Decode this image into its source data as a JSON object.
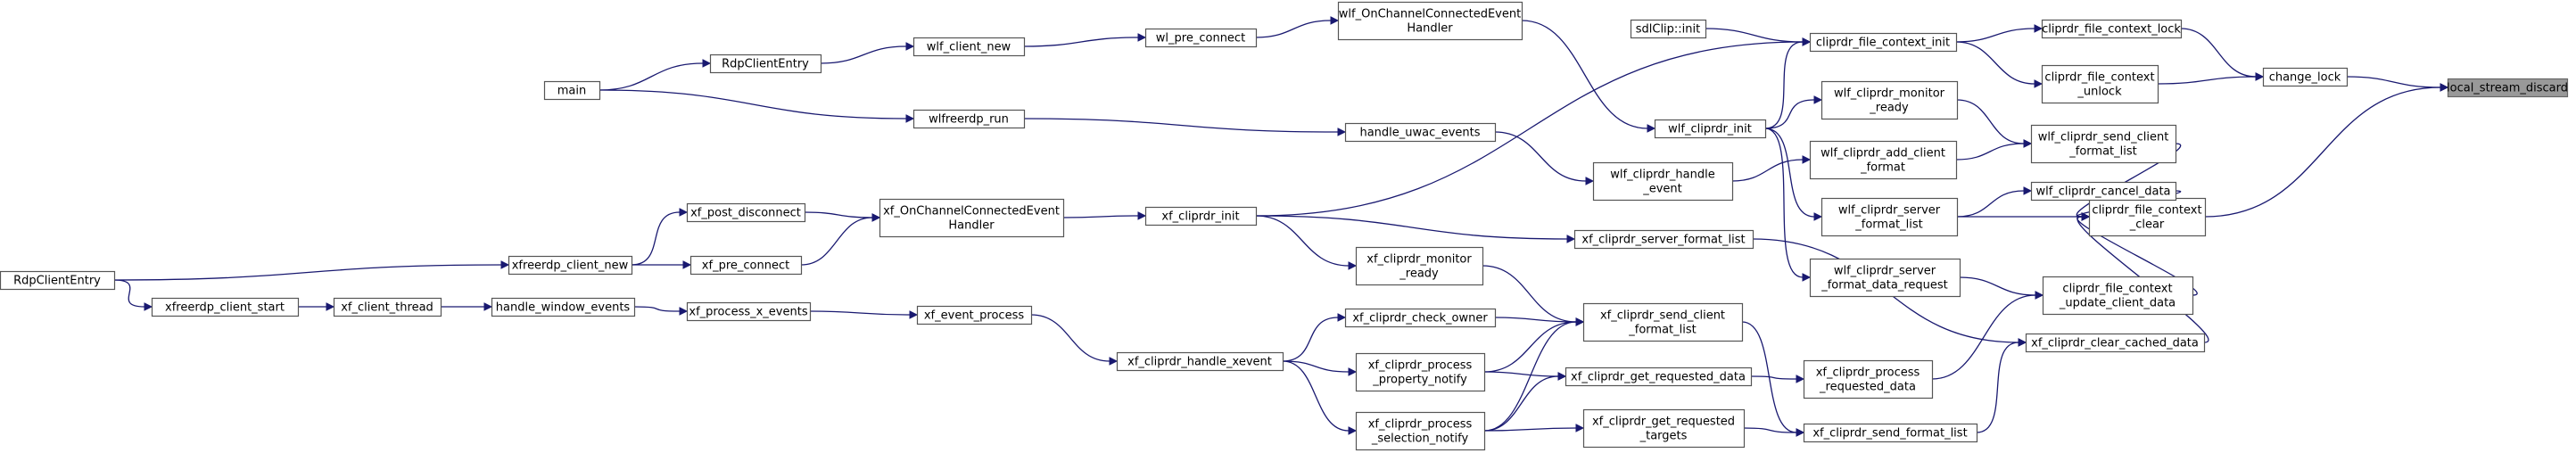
{
  "graph": {
    "title": "",
    "root": "local_stream_discard",
    "edge_color": "#191970",
    "node_fill": "#ffffff",
    "root_fill": "#999999",
    "nodes": [
      {
        "id": "n_local_stream_discard",
        "lines": [
          "local_stream_discard"
        ],
        "root": true
      },
      {
        "id": "n_change_lock",
        "lines": [
          "change_lock"
        ]
      },
      {
        "id": "n_cliprdr_file_context_clear",
        "lines": [
          "cliprdr_file_context",
          "_clear"
        ]
      },
      {
        "id": "n_cliprdr_file_context_lock",
        "lines": [
          "cliprdr_file_context_lock"
        ]
      },
      {
        "id": "n_cliprdr_file_context_unlock",
        "lines": [
          "cliprdr_file_context",
          "_unlock"
        ]
      },
      {
        "id": "n_cliprdr_file_context_init",
        "lines": [
          "cliprdr_file_context_init"
        ]
      },
      {
        "id": "n_sdlClip_init",
        "lines": [
          "sdlClip::init"
        ]
      },
      {
        "id": "n_wlf_cliprdr_init",
        "lines": [
          "wlf_cliprdr_init"
        ]
      },
      {
        "id": "n_wlf_OnChannelConnectedEventHandler",
        "lines": [
          "wlf_OnChannelConnectedEvent",
          "Handler"
        ]
      },
      {
        "id": "n_wl_pre_connect",
        "lines": [
          "wl_pre_connect"
        ]
      },
      {
        "id": "n_wlf_client_new",
        "lines": [
          "wlf_client_new"
        ]
      },
      {
        "id": "n_RdpClientEntry_wl",
        "lines": [
          "RdpClientEntry"
        ]
      },
      {
        "id": "n_main",
        "lines": [
          "main"
        ]
      },
      {
        "id": "n_wlfreerdp_run",
        "lines": [
          "wlfreerdp_run"
        ]
      },
      {
        "id": "n_xf_cliprdr_init",
        "lines": [
          "xf_cliprdr_init"
        ]
      },
      {
        "id": "n_xf_OnChannelConnectedEventHandler",
        "lines": [
          "xf_OnChannelConnectedEvent",
          "Handler"
        ]
      },
      {
        "id": "n_xf_post_disconnect",
        "lines": [
          "xf_post_disconnect"
        ]
      },
      {
        "id": "n_xfreerdp_client_new",
        "lines": [
          "xfreerdp_client_new"
        ]
      },
      {
        "id": "n_RdpClientEntry_xf",
        "lines": [
          "RdpClientEntry"
        ]
      },
      {
        "id": "n_xf_pre_connect",
        "lines": [
          "xf_pre_connect"
        ]
      },
      {
        "id": "n_wlf_cliprdr_send_client_format_list",
        "lines": [
          "wlf_cliprdr_send_client",
          "_format_list"
        ]
      },
      {
        "id": "n_wlf_cliprdr_monitor_ready",
        "lines": [
          "wlf_cliprdr_monitor",
          "_ready"
        ]
      },
      {
        "id": "n_wlf_cliprdr_add_client_format",
        "lines": [
          "wlf_cliprdr_add_client",
          "_format"
        ]
      },
      {
        "id": "n_wlf_cliprdr_handle_event",
        "lines": [
          "wlf_cliprdr_handle",
          "_event"
        ]
      },
      {
        "id": "n_handle_uwac_events",
        "lines": [
          "handle_uwac_events"
        ]
      },
      {
        "id": "n_wlf_cliprdr_cancel_data",
        "lines": [
          "wlf_cliprdr_cancel_data"
        ]
      },
      {
        "id": "n_wlf_cliprdr_server_format_list",
        "lines": [
          "wlf_cliprdr_server",
          "_format_list"
        ]
      },
      {
        "id": "n_cliprdr_file_context_update_client_data",
        "lines": [
          "cliprdr_file_context",
          "_update_client_data"
        ]
      },
      {
        "id": "n_wlf_cliprdr_server_format_data_request",
        "lines": [
          "wlf_cliprdr_server",
          "_format_data_request"
        ]
      },
      {
        "id": "n_xf_cliprdr_clear_cached_data",
        "lines": [
          "xf_cliprdr_clear_cached_data"
        ]
      },
      {
        "id": "n_xf_cliprdr_process_requested_data",
        "lines": [
          "xf_cliprdr_process",
          "_requested_data"
        ]
      },
      {
        "id": "n_xf_cliprdr_server_format_list",
        "lines": [
          "xf_cliprdr_server_format_list"
        ]
      },
      {
        "id": "n_xf_cliprdr_send_format_list",
        "lines": [
          "xf_cliprdr_send_format_list"
        ]
      },
      {
        "id": "n_xf_cliprdr_send_client_format_list",
        "lines": [
          "xf_cliprdr_send_client",
          "_format_list"
        ]
      },
      {
        "id": "n_xf_cliprdr_monitor_ready",
        "lines": [
          "xf_cliprdr_monitor",
          "_ready"
        ]
      },
      {
        "id": "n_xf_cliprdr_check_owner",
        "lines": [
          "xf_cliprdr_check_owner"
        ]
      },
      {
        "id": "n_xf_cliprdr_process_property_notify",
        "lines": [
          "xf_cliprdr_process",
          "_property_notify"
        ]
      },
      {
        "id": "n_xf_cliprdr_process_selection_notify",
        "lines": [
          "xf_cliprdr_process",
          "_selection_notify"
        ]
      },
      {
        "id": "n_xf_cliprdr_get_requested_data",
        "lines": [
          "xf_cliprdr_get_requested_data"
        ]
      },
      {
        "id": "n_xf_cliprdr_get_requested_targets",
        "lines": [
          "xf_cliprdr_get_requested",
          "_targets"
        ]
      },
      {
        "id": "n_xf_cliprdr_handle_xevent",
        "lines": [
          "xf_cliprdr_handle_xevent"
        ]
      },
      {
        "id": "n_xf_event_process",
        "lines": [
          "xf_event_process"
        ]
      },
      {
        "id": "n_xf_process_x_events",
        "lines": [
          "xf_process_x_events"
        ]
      },
      {
        "id": "n_handle_window_events",
        "lines": [
          "handle_window_events"
        ]
      },
      {
        "id": "n_xf_client_thread",
        "lines": [
          "xf_client_thread"
        ]
      },
      {
        "id": "n_xfreerdp_client_start",
        "lines": [
          "xfreerdp_client_start"
        ]
      }
    ],
    "edges": [
      {
        "from": "n_change_lock",
        "to": "n_local_stream_discard"
      },
      {
        "from": "n_cliprdr_file_context_clear",
        "to": "n_local_stream_discard"
      },
      {
        "from": "n_cliprdr_file_context_lock",
        "to": "n_change_lock"
      },
      {
        "from": "n_cliprdr_file_context_unlock",
        "to": "n_change_lock"
      },
      {
        "from": "n_cliprdr_file_context_init",
        "to": "n_cliprdr_file_context_lock"
      },
      {
        "from": "n_cliprdr_file_context_init",
        "to": "n_cliprdr_file_context_unlock"
      },
      {
        "from": "n_sdlClip_init",
        "to": "n_cliprdr_file_context_init"
      },
      {
        "from": "n_wlf_cliprdr_init",
        "to": "n_cliprdr_file_context_init"
      },
      {
        "from": "n_xf_cliprdr_init",
        "to": "n_cliprdr_file_context_init"
      },
      {
        "from": "n_wlf_OnChannelConnectedEventHandler",
        "to": "n_wlf_cliprdr_init"
      },
      {
        "from": "n_wl_pre_connect",
        "to": "n_wlf_OnChannelConnectedEventHandler"
      },
      {
        "from": "n_wlf_client_new",
        "to": "n_wl_pre_connect"
      },
      {
        "from": "n_RdpClientEntry_wl",
        "to": "n_wlf_client_new"
      },
      {
        "from": "n_main",
        "to": "n_RdpClientEntry_wl"
      },
      {
        "from": "n_main",
        "to": "n_wlfreerdp_run"
      },
      {
        "from": "n_wlfreerdp_run",
        "to": "n_handle_uwac_events"
      },
      {
        "from": "n_xf_OnChannelConnectedEventHandler",
        "to": "n_xf_cliprdr_init"
      },
      {
        "from": "n_xf_post_disconnect",
        "to": "n_xf_OnChannelConnectedEventHandler"
      },
      {
        "from": "n_xf_pre_connect",
        "to": "n_xf_OnChannelConnectedEventHandler"
      },
      {
        "from": "n_xfreerdp_client_new",
        "to": "n_xf_post_disconnect"
      },
      {
        "from": "n_xfreerdp_client_new",
        "to": "n_xf_pre_connect"
      },
      {
        "from": "n_RdpClientEntry_xf",
        "to": "n_xfreerdp_client_new"
      },
      {
        "from": "n_RdpClientEntry_xf",
        "to": "n_xfreerdp_client_start"
      },
      {
        "from": "n_wlf_cliprdr_send_client_format_list",
        "to": "n_cliprdr_file_context_clear"
      },
      {
        "from": "n_wlf_cliprdr_monitor_ready",
        "to": "n_wlf_cliprdr_send_client_format_list"
      },
      {
        "from": "n_wlf_cliprdr_add_client_format",
        "to": "n_wlf_cliprdr_send_client_format_list"
      },
      {
        "from": "n_wlf_cliprdr_init",
        "to": "n_wlf_cliprdr_monitor_ready"
      },
      {
        "from": "n_wlf_cliprdr_init",
        "to": "n_wlf_cliprdr_server_format_list"
      },
      {
        "from": "n_wlf_cliprdr_init",
        "to": "n_wlf_cliprdr_server_format_data_request"
      },
      {
        "from": "n_wlf_cliprdr_handle_event",
        "to": "n_wlf_cliprdr_add_client_format"
      },
      {
        "from": "n_handle_uwac_events",
        "to": "n_wlf_cliprdr_handle_event"
      },
      {
        "from": "n_wlf_cliprdr_cancel_data",
        "to": "n_cliprdr_file_context_clear"
      },
      {
        "from": "n_wlf_cliprdr_server_format_list",
        "to": "n_wlf_cliprdr_cancel_data"
      },
      {
        "from": "n_wlf_cliprdr_server_format_list",
        "to": "n_cliprdr_file_context_clear"
      },
      {
        "from": "n_cliprdr_file_context_update_client_data",
        "to": "n_cliprdr_file_context_clear"
      },
      {
        "from": "n_wlf_cliprdr_server_format_data_request",
        "to": "n_cliprdr_file_context_update_client_data"
      },
      {
        "from": "n_xf_cliprdr_process_requested_data",
        "to": "n_cliprdr_file_context_update_client_data"
      },
      {
        "from": "n_xf_cliprdr_clear_cached_data",
        "to": "n_cliprdr_file_context_clear"
      },
      {
        "from": "n_xf_cliprdr_server_format_list",
        "to": "n_xf_cliprdr_clear_cached_data"
      },
      {
        "from": "n_xf_cliprdr_send_format_list",
        "to": "n_xf_cliprdr_clear_cached_data"
      },
      {
        "from": "n_xf_cliprdr_init",
        "to": "n_xf_cliprdr_server_format_list"
      },
      {
        "from": "n_xf_cliprdr_init",
        "to": "n_xf_cliprdr_monitor_ready"
      },
      {
        "from": "n_xf_cliprdr_get_requested_data",
        "to": "n_xf_cliprdr_process_requested_data"
      },
      {
        "from": "n_xf_cliprdr_send_client_format_list",
        "to": "n_xf_cliprdr_send_format_list"
      },
      {
        "from": "n_xf_cliprdr_get_requested_targets",
        "to": "n_xf_cliprdr_send_format_list"
      },
      {
        "from": "n_xf_cliprdr_monitor_ready",
        "to": "n_xf_cliprdr_send_client_format_list"
      },
      {
        "from": "n_xf_cliprdr_check_owner",
        "to": "n_xf_cliprdr_send_client_format_list"
      },
      {
        "from": "n_xf_cliprdr_process_property_notify",
        "to": "n_xf_cliprdr_send_client_format_list"
      },
      {
        "from": "n_xf_cliprdr_process_selection_notify",
        "to": "n_xf_cliprdr_send_client_format_list"
      },
      {
        "from": "n_xf_cliprdr_process_property_notify",
        "to": "n_xf_cliprdr_get_requested_data"
      },
      {
        "from": "n_xf_cliprdr_process_selection_notify",
        "to": "n_xf_cliprdr_get_requested_data"
      },
      {
        "from": "n_xf_cliprdr_process_selection_notify",
        "to": "n_xf_cliprdr_get_requested_targets"
      },
      {
        "from": "n_xf_cliprdr_handle_xevent",
        "to": "n_xf_cliprdr_check_owner"
      },
      {
        "from": "n_xf_cliprdr_handle_xevent",
        "to": "n_xf_cliprdr_process_property_notify"
      },
      {
        "from": "n_xf_cliprdr_handle_xevent",
        "to": "n_xf_cliprdr_process_selection_notify"
      },
      {
        "from": "n_xf_event_process",
        "to": "n_xf_cliprdr_handle_xevent"
      },
      {
        "from": "n_xf_process_x_events",
        "to": "n_xf_event_process"
      },
      {
        "from": "n_handle_window_events",
        "to": "n_xf_process_x_events"
      },
      {
        "from": "n_xf_client_thread",
        "to": "n_handle_window_events"
      },
      {
        "from": "n_xfreerdp_client_start",
        "to": "n_xf_client_thread"
      }
    ]
  }
}
